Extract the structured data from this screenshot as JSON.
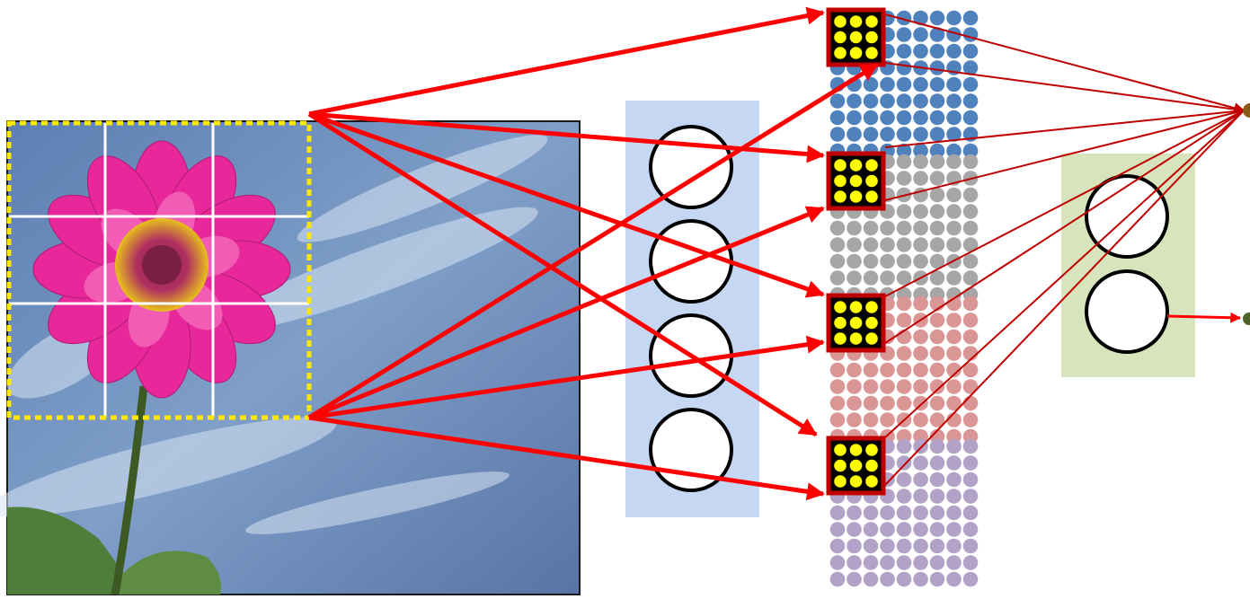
{
  "diagram": {
    "kind": "convolutional-network-schematic",
    "input_image": {
      "subject": "pink-zinnia-flower-on-blue-sky",
      "receptive_field_grid": {
        "rows": 3,
        "cols": 3
      },
      "receptive_field_outline_color": "#FFE800",
      "grid_line_color": "#FFFFFF"
    },
    "hidden_layer": {
      "unit_count": 4,
      "panel_color": "#C5D7F2"
    },
    "feature_maps": [
      {
        "color": "#4F81BD"
      },
      {
        "color": "#A6A6A6"
      },
      {
        "color": "#DA9694"
      },
      {
        "color": "#B3A2C7"
      }
    ],
    "feature_map_grid": {
      "rows": 9,
      "cols": 9
    },
    "kernel": {
      "border_color": "#C00000",
      "dot_color": "#FFFF00",
      "background": "#000000",
      "grid": 3
    },
    "output_layer": {
      "unit_count": 2,
      "panel_color": "#D8E4BC"
    },
    "output_nodes": [
      {
        "color": "#8B5A14"
      },
      {
        "color": "#4F6228"
      }
    ],
    "arrow_colors": {
      "primary": "#FF0000",
      "secondary": "#C00000"
    }
  }
}
